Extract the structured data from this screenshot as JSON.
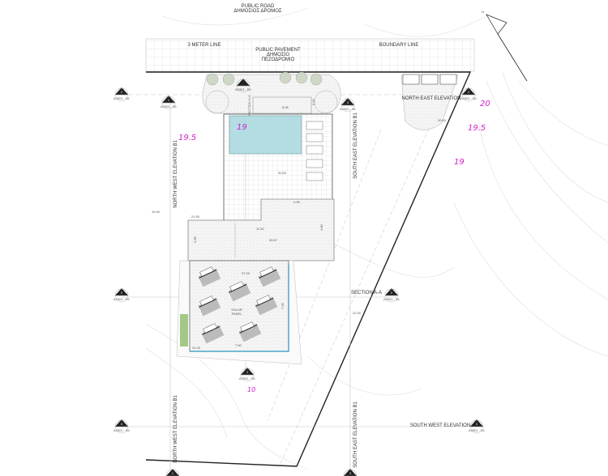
{
  "road": {
    "title_en": "PUBLIC ROAD",
    "title_gr": "ΔΗΜΟΣΙΟΣ ΔΡΟΜΟΣ"
  },
  "pavement": {
    "line1": "PUBLIC PAVEMENT",
    "line2": "ΔΗΜΟΣΙΟ",
    "line3": "ΠΕΖΟΔΡΟΜΙΟ"
  },
  "lines": {
    "three_meter": "3 METER LINE",
    "boundary": "BOUNDARY LINE"
  },
  "labels": {
    "north_east_elevation": "NORTH EAST ELEVATION",
    "north_west_elevation": "NORTH WEST ELEVATION B1",
    "south_east_elevation": "SOUTH EAST ELEVATION B1",
    "section_aa": "SECTION A-A",
    "section_cc": "SECTION C-C",
    "south_west_elevation": "SOUTH WEST ELEVATION",
    "solar_panel_1": "SOLAR",
    "solar_panel_2": "PANEL",
    "north": "N"
  },
  "contours": {
    "pool": "19",
    "left": "19.5",
    "right_top": "20",
    "right_mid": "19.5",
    "right_low": "19",
    "bottom": "10"
  },
  "dimensions": {
    "landscape_w": "8.95",
    "landscape_h": "3.15",
    "deck_w": "4.95",
    "roof_w": "11.50",
    "roof_h": "2.85",
    "upper_h": "4.80",
    "solar_w": "7.50",
    "solar_h": "7.35",
    "setback": "16.90"
  },
  "levels": {
    "deck": "33.50",
    "roof": "39.57",
    "solar": "37.00",
    "l1": "21.50",
    "l2": "20.00",
    "l3": "22.00",
    "l4": "24.20"
  },
  "markers": {
    "ref": "A3301 - B1",
    "n1": "1",
    "n2": "2",
    "n3": "3",
    "n4": "4"
  },
  "colors": {
    "pool": "#b3dde2",
    "contour_label": "#d21cc8",
    "solar_edge": "#4aa8c8"
  }
}
